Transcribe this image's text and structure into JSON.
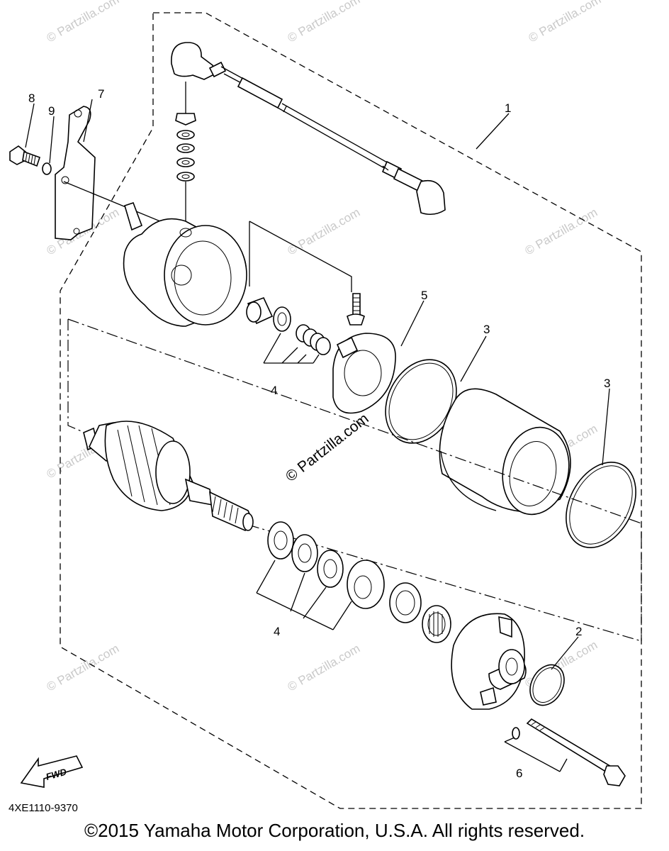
{
  "callouts": {
    "c1": "1",
    "c2": "2",
    "c3a": "3",
    "c3b": "3",
    "c4a": "4",
    "c4b": "4",
    "c5": "5",
    "c6": "6",
    "c7": "7",
    "c8": "8",
    "c9": "9"
  },
  "fwd_label": "FWD",
  "reference_code": "4XE1110-9370",
  "watermark_main": "© Partzilla.com",
  "watermark_small": "© Partzilla.com",
  "copyright": "©2015 Yamaha Motor Corporation, U.S.A. All rights reserved."
}
